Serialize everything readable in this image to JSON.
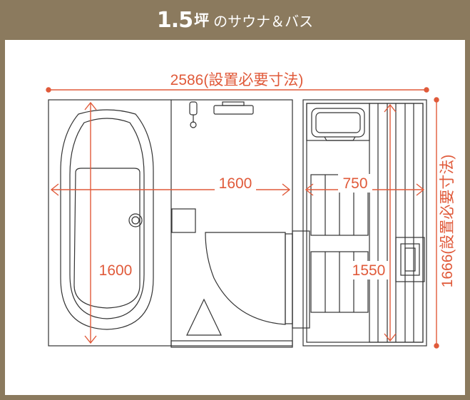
{
  "header": {
    "size_number": "1.5",
    "size_unit": "坪",
    "title_rest": "のサウナ＆バス"
  },
  "dimensions": {
    "total_width": "2586(設置必要寸法)",
    "total_depth": "1666(設置必要寸法)",
    "bath_width": "1600",
    "bath_depth": "1600",
    "sauna_width": "750",
    "sauna_depth": "1550"
  },
  "colors": {
    "frame": "#8b7a5e",
    "dimension": "#e05a3a",
    "line": "#333333"
  }
}
